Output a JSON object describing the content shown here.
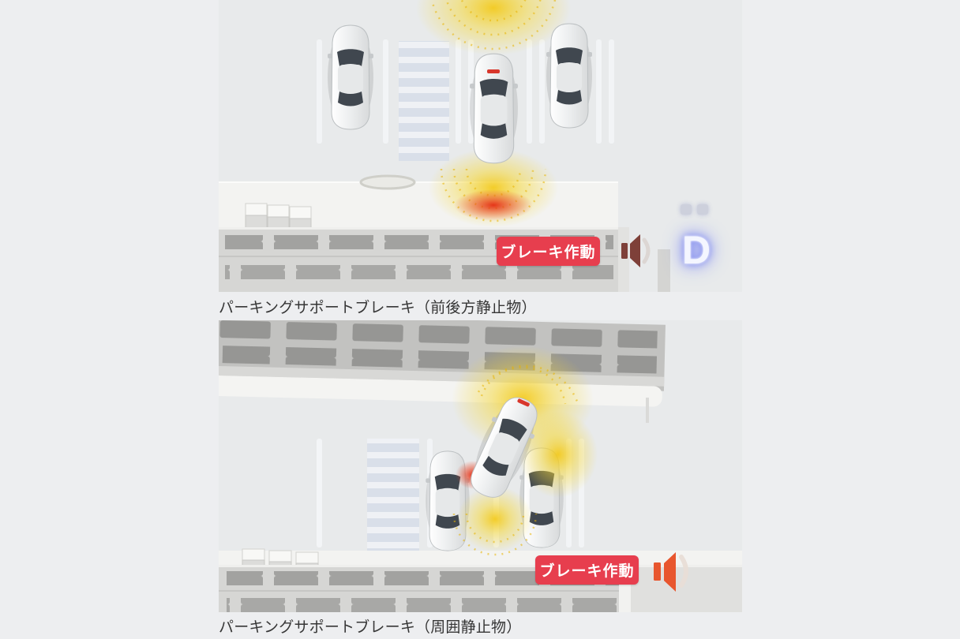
{
  "panels": [
    {
      "id": "front-rear",
      "caption": "パーキングサポートブレーキ（前後方静止物）",
      "badge_label": "ブレーキ作動",
      "shift_indicator": "D",
      "icons": [
        "speaker-icon",
        "shift-indicator-display"
      ]
    },
    {
      "id": "surroundings",
      "caption": "パーキングサポートブレーキ（周囲静止物）",
      "badge_label": "ブレーキ作動",
      "icons": [
        "speaker-icon"
      ]
    }
  ],
  "colors": {
    "page_bg": "#edeef0",
    "scene_bg": "#e8eaeb",
    "badge_bg": "#e73e4e",
    "badge_text": "#ffffff",
    "sensor_wave_yellow": "#f6d430",
    "alert_red": "#e8321e",
    "shift_glow_blue": "#7b86f2",
    "speaker_panel1": "#7e4039",
    "speaker_panel2": "#e8562e",
    "caption_text": "#363636"
  }
}
